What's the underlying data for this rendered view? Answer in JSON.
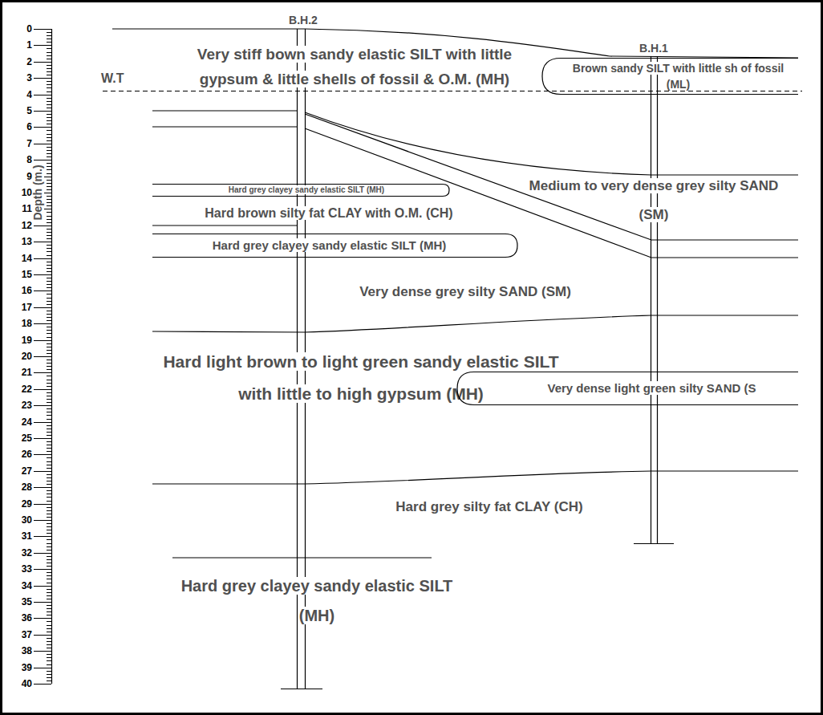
{
  "diagram": {
    "nodes": [
      {
        "text": [
          "Brown sandy SILT with little sh of fossil (ML)"
        ]
      },
      {
        "text": [
          "Hard grey clayey sandy elastic SILT (MH)"
        ]
      },
      {
        "text": [
          "Hard grey clayey sandy elastic SILT (MH)"
        ]
      },
      {
        "text": [
          "Very dense light green silty SAND (S"
        ]
      }
    ],
    "labels": [
      "B.H.2",
      "B.H.1",
      "W.T",
      "Very stiff bown sandy elastic SILT with little gypsum & little shells of fossil & O.M. (MH)",
      "Hard brown silty fat CLAY with O.M. (CH)",
      "Medium to very dense grey silty SAND (SM)",
      "Very dense grey silty SAND (SM)",
      "Hard light brown to light green sandy elastic SILT with little to high gypsum (MH)",
      "Hard grey silty fat CLAY (CH)",
      "Hard grey clayey sandy elastic SILT (MH)",
      "Depth (m.)",
      "0",
      "1",
      "2",
      "3",
      "4",
      "5",
      "6",
      "7",
      "8",
      "9",
      "10",
      "11",
      "12",
      "13",
      "14",
      "15",
      "16",
      "17",
      "18",
      "19",
      "20",
      "21",
      "22",
      "23",
      "24",
      "25",
      "26",
      "27",
      "28",
      "29",
      "30",
      "31",
      "32",
      "33",
      "34",
      "35",
      "36",
      "37",
      "38",
      "39",
      "40"
    ]
  }
}
